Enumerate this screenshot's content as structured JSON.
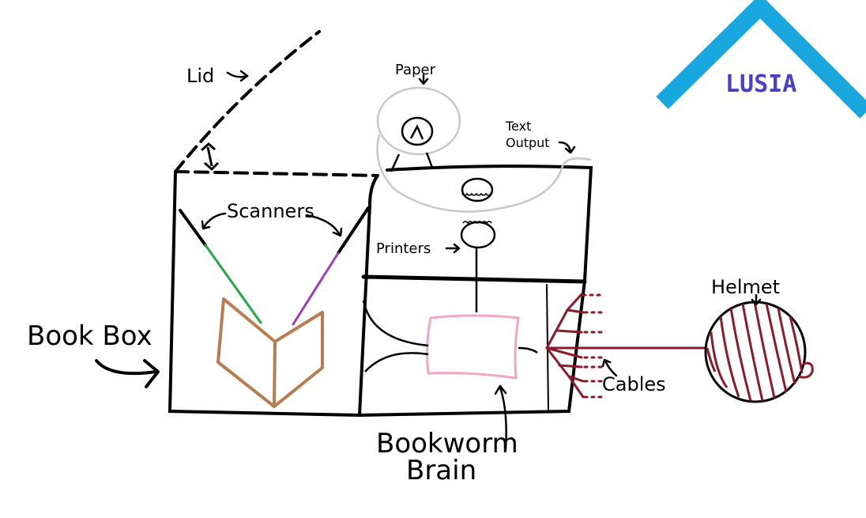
{
  "labels": {
    "lid": "Lid",
    "paper": "Paper",
    "text_output_line1": "Text",
    "text_output_line2": "Output",
    "scanners": "Scanners",
    "printers": "Printers",
    "book_box": "Book Box",
    "helmet": "Helmet",
    "cables": "Cables",
    "brain_line1": "Bookworm",
    "brain_line2": "Brain"
  },
  "logo": {
    "text": "LUSIA"
  },
  "colors": {
    "ink": "#000000",
    "paper": "#c8c8c8",
    "scanner_left": "#22a845",
    "scanner_right": "#9b3fb5",
    "book": "#b87c50",
    "brain": "#f2a6c3",
    "cable": "#8b1a2b",
    "logo_roof": "#19a7e0",
    "logo_text": "#4a3fc6"
  }
}
